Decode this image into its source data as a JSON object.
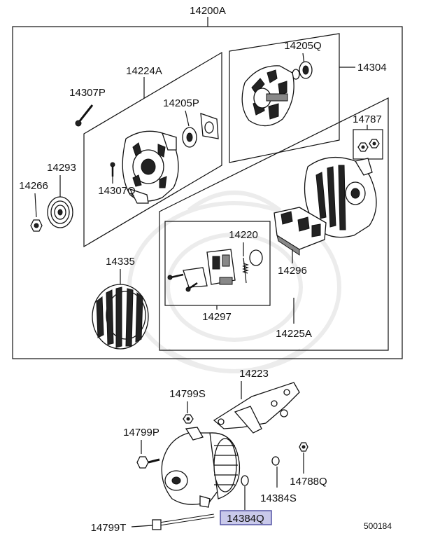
{
  "labels": {
    "assembly": "14200A",
    "rear_group": "14304",
    "bearing_rear": "14205Q",
    "front_bracket": "14224A",
    "bolt_long": "14307P",
    "bearing_front": "14205P",
    "pulley_group": "14293",
    "nut_pulley": "14266",
    "screw_small": "14307Q",
    "stator": "14335",
    "rear_bracket_assy": "14225A",
    "cap_nuts": "14787",
    "brush_spring": "14220",
    "rectifier": "14296",
    "regulator": "14297",
    "bracket_mount": "14223",
    "bolt_s": "14799S",
    "bolt_p": "14799P",
    "bolt_t": "14799T",
    "washer_s": "14384S",
    "washer_q": "14384Q",
    "nut_q": "14788Q",
    "diagram_id": "500184"
  },
  "highlight": {
    "part": "14384Q",
    "fill": "#c9c9ea",
    "border": "#5555a5"
  }
}
